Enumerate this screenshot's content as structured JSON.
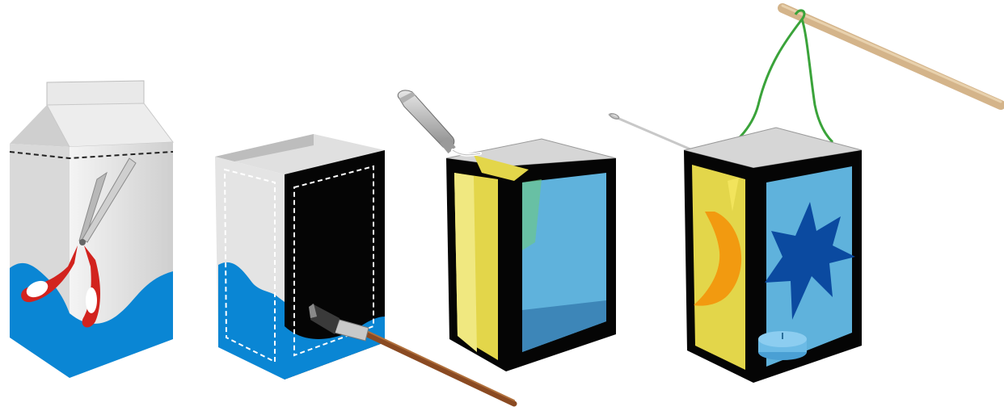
{
  "illustration": {
    "steps": [
      {
        "name": "cut-milk-carton",
        "tool": "scissors-icon"
      },
      {
        "name": "paint-carton-black",
        "tool": "paintbrush-icon"
      },
      {
        "name": "glue-transparent-paper",
        "tool": "glue-tube-icon"
      },
      {
        "name": "hang-finished-lantern",
        "tool": "stick-icon"
      }
    ],
    "colors": {
      "carton_white": "#e8e8e8",
      "carton_blue": "#0a86d4",
      "frame_black": "#0a0a0a",
      "yellow_paper": "#e3d64a",
      "blue_paper": "#5fb2dc",
      "moon_orange": "#f29a10",
      "star_blue": "#0b4aa0",
      "string_green": "#3aa33a",
      "stick_tan": "#d4b48a",
      "scissors_red": "#d2231e"
    }
  }
}
